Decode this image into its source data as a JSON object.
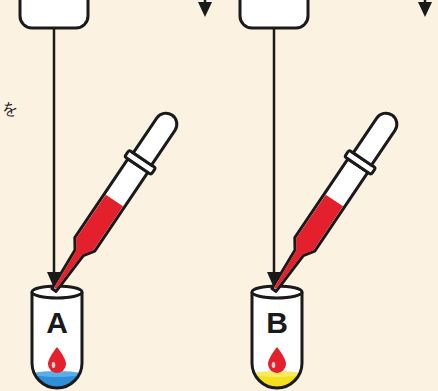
{
  "diagram": {
    "nodes": [
      {
        "text": [
          "A"
        ]
      },
      {
        "text": [
          "B"
        ]
      }
    ],
    "labels": [
      "を"
    ]
  }
}
